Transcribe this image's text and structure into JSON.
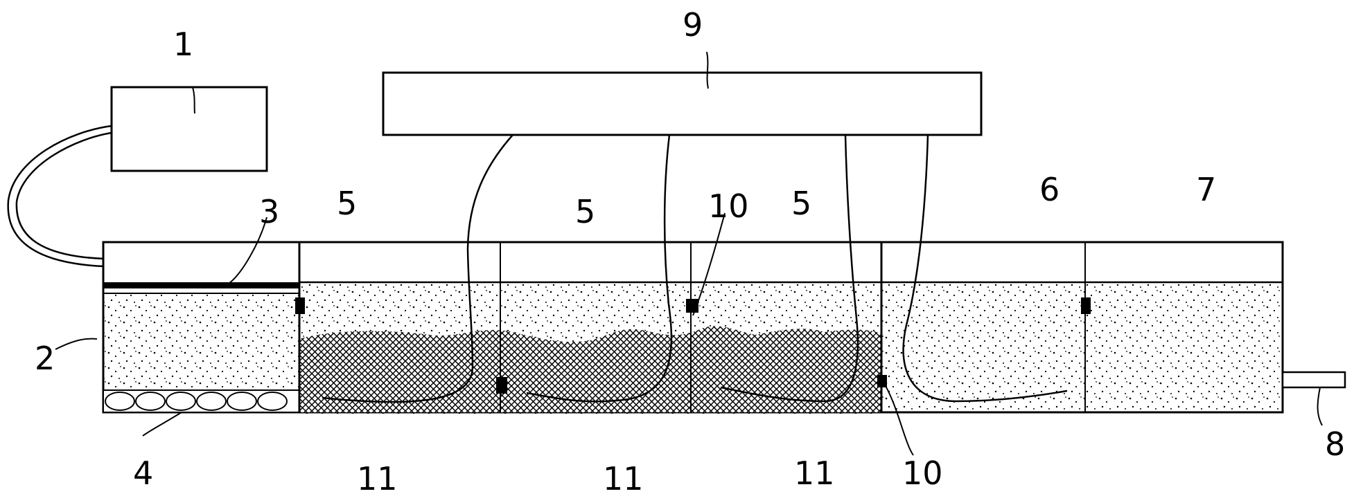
{
  "labels": {
    "l1": "1",
    "l2": "2",
    "l3": "3",
    "l4": "4",
    "l5a": "5",
    "l5b": "5",
    "l5c": "5",
    "l6": "6",
    "l7": "7",
    "l8": "8",
    "l9": "9",
    "l10a": "10",
    "l10b": "10",
    "l11a": "11",
    "l11b": "11",
    "l11c": "11"
  }
}
